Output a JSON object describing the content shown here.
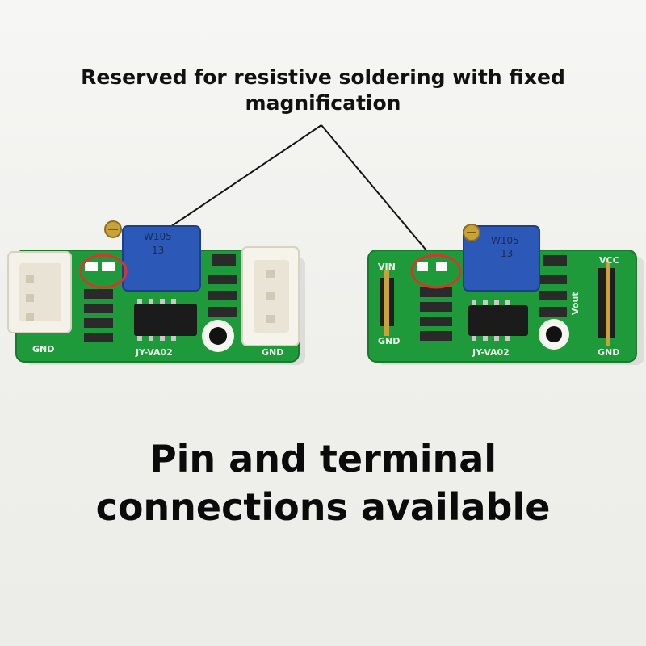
{
  "captions": {
    "top": "Reserved for resistive soldering with fixed magnification",
    "bottom": "Pin and terminal connections available"
  },
  "left_board": {
    "pcb_label": "JY-VA02",
    "gnd_left": "GND",
    "gnd_right": "GND",
    "pot_top": "W105",
    "pot_bottom": "13"
  },
  "right_board": {
    "pcb_label": "JY-VA02",
    "vin": "VIN",
    "gnd_left": "GND",
    "vcc": "VCC",
    "gnd_right": "GND",
    "vout": "Vout",
    "pot_top": "W105",
    "pot_bottom": "13"
  },
  "colors": {
    "pcb_green": "#1f9a3a",
    "highlight_circle": "#d4382d",
    "potentiometer_blue": "#2c58b8",
    "connector_white": "#f4f1e8"
  }
}
